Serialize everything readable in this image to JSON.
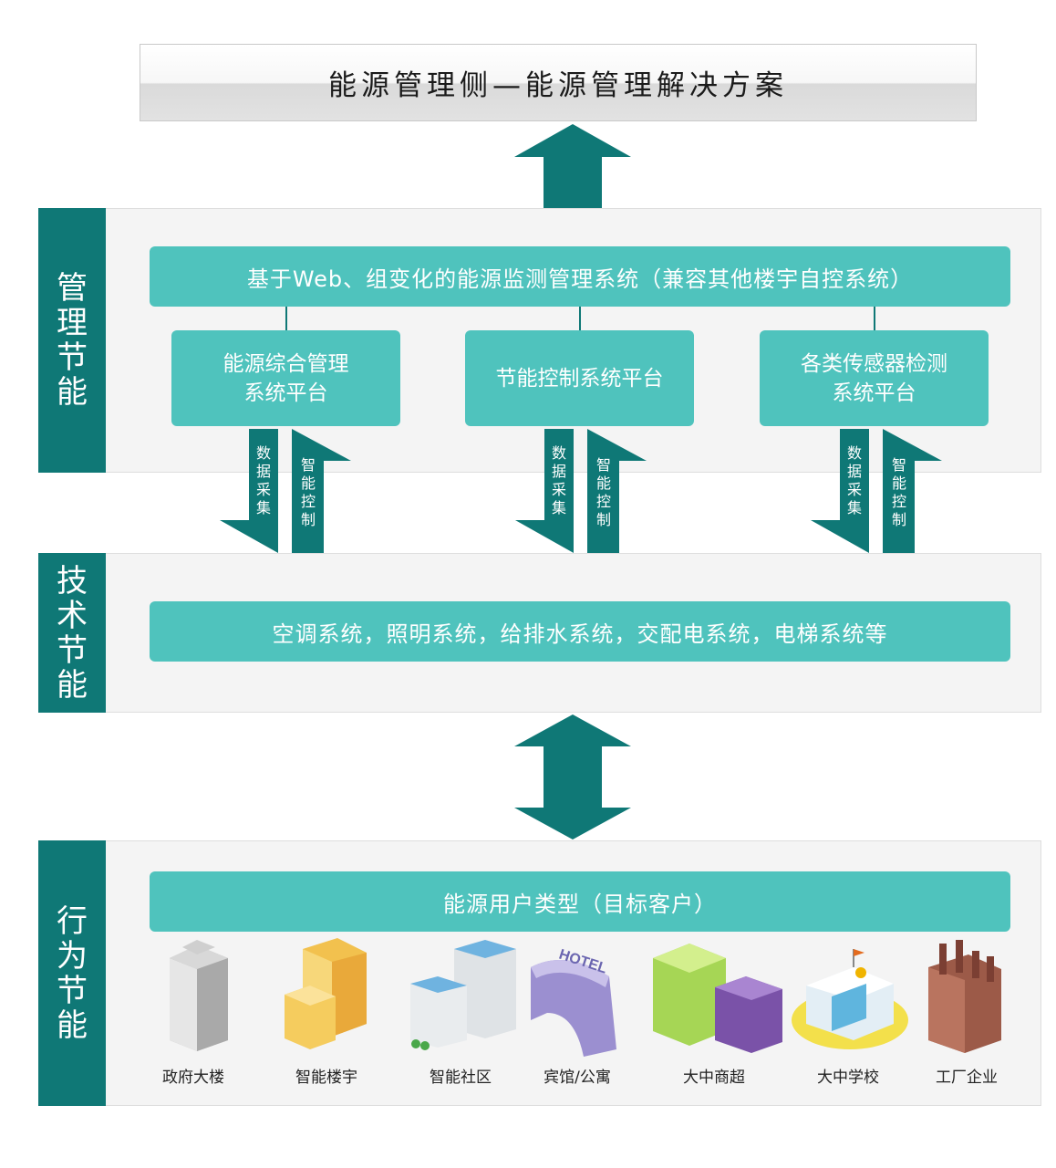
{
  "title": "能源管理侧—能源管理解决方案",
  "sections": {
    "management": [
      "管",
      "理",
      "节",
      "能"
    ],
    "technical": [
      "技",
      "术",
      "节",
      "能"
    ],
    "behavior": [
      "行",
      "为",
      "节",
      "能"
    ]
  },
  "management_bar": "基于Web、组变化的能源监测管理系统（兼容其他楼宇自控系统）",
  "platforms": [
    {
      "line1": "能源综合管理",
      "line2": "系统平台"
    },
    {
      "line1": "节能控制系统平台",
      "line2": ""
    },
    {
      "line1": "各类传感器检测",
      "line2": "系统平台"
    }
  ],
  "arrow_labels": {
    "data": [
      "数",
      "据",
      "采",
      "集"
    ],
    "control": [
      "智",
      "能",
      "控",
      "制"
    ]
  },
  "technical_bar": "空调系统，照明系统，给排水系统，交配电系统，电梯系统等",
  "users_bar": "能源用户类型（目标客户）",
  "hotel_sign": "HOTEL",
  "buildings": [
    "政府大楼",
    "智能楼宇",
    "智能社区",
    "宾馆/公寓",
    "大中商超",
    "大中学校",
    "工厂企业"
  ],
  "colors": {
    "dark_teal": "#0f7876",
    "light_teal": "#4fc3bd",
    "panel": "#f4f4f4"
  }
}
